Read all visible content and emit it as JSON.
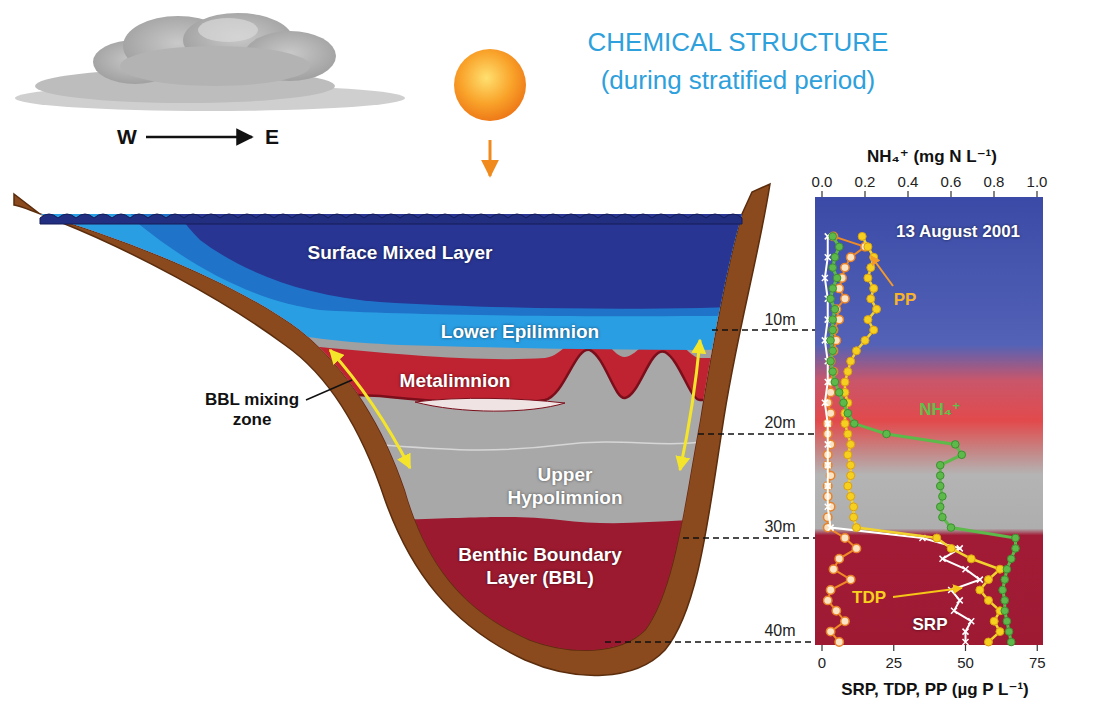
{
  "diagram": {
    "title": "CHEMICAL STRUCTURE (during stratified period)",
    "nodes": [
      {
        "text": [
          "Surface Mixed Layer"
        ]
      },
      {
        "text": [
          "Lower Epilimnion"
        ]
      },
      {
        "text": [
          "Metalimnion"
        ]
      },
      {
        "text": [
          "Upper Hypolimnion"
        ]
      },
      {
        "text": [
          "Benthic Boundary Layer (BBL)"
        ]
      }
    ],
    "labels": [
      "W",
      "E",
      "BBL mixing zone",
      "10m",
      "20m",
      "30m",
      "40m",
      "NH₄⁺ (mg N L⁻¹)",
      "0.0",
      "0.2",
      "0.4",
      "0.6",
      "0.8",
      "1.0",
      "13 August 2001",
      "PP",
      "NH₄⁺",
      "TDP",
      "SRP",
      "0",
      "25",
      "50",
      "75",
      "SRP, TDP, PP (µg P L⁻¹)"
    ]
  }
}
